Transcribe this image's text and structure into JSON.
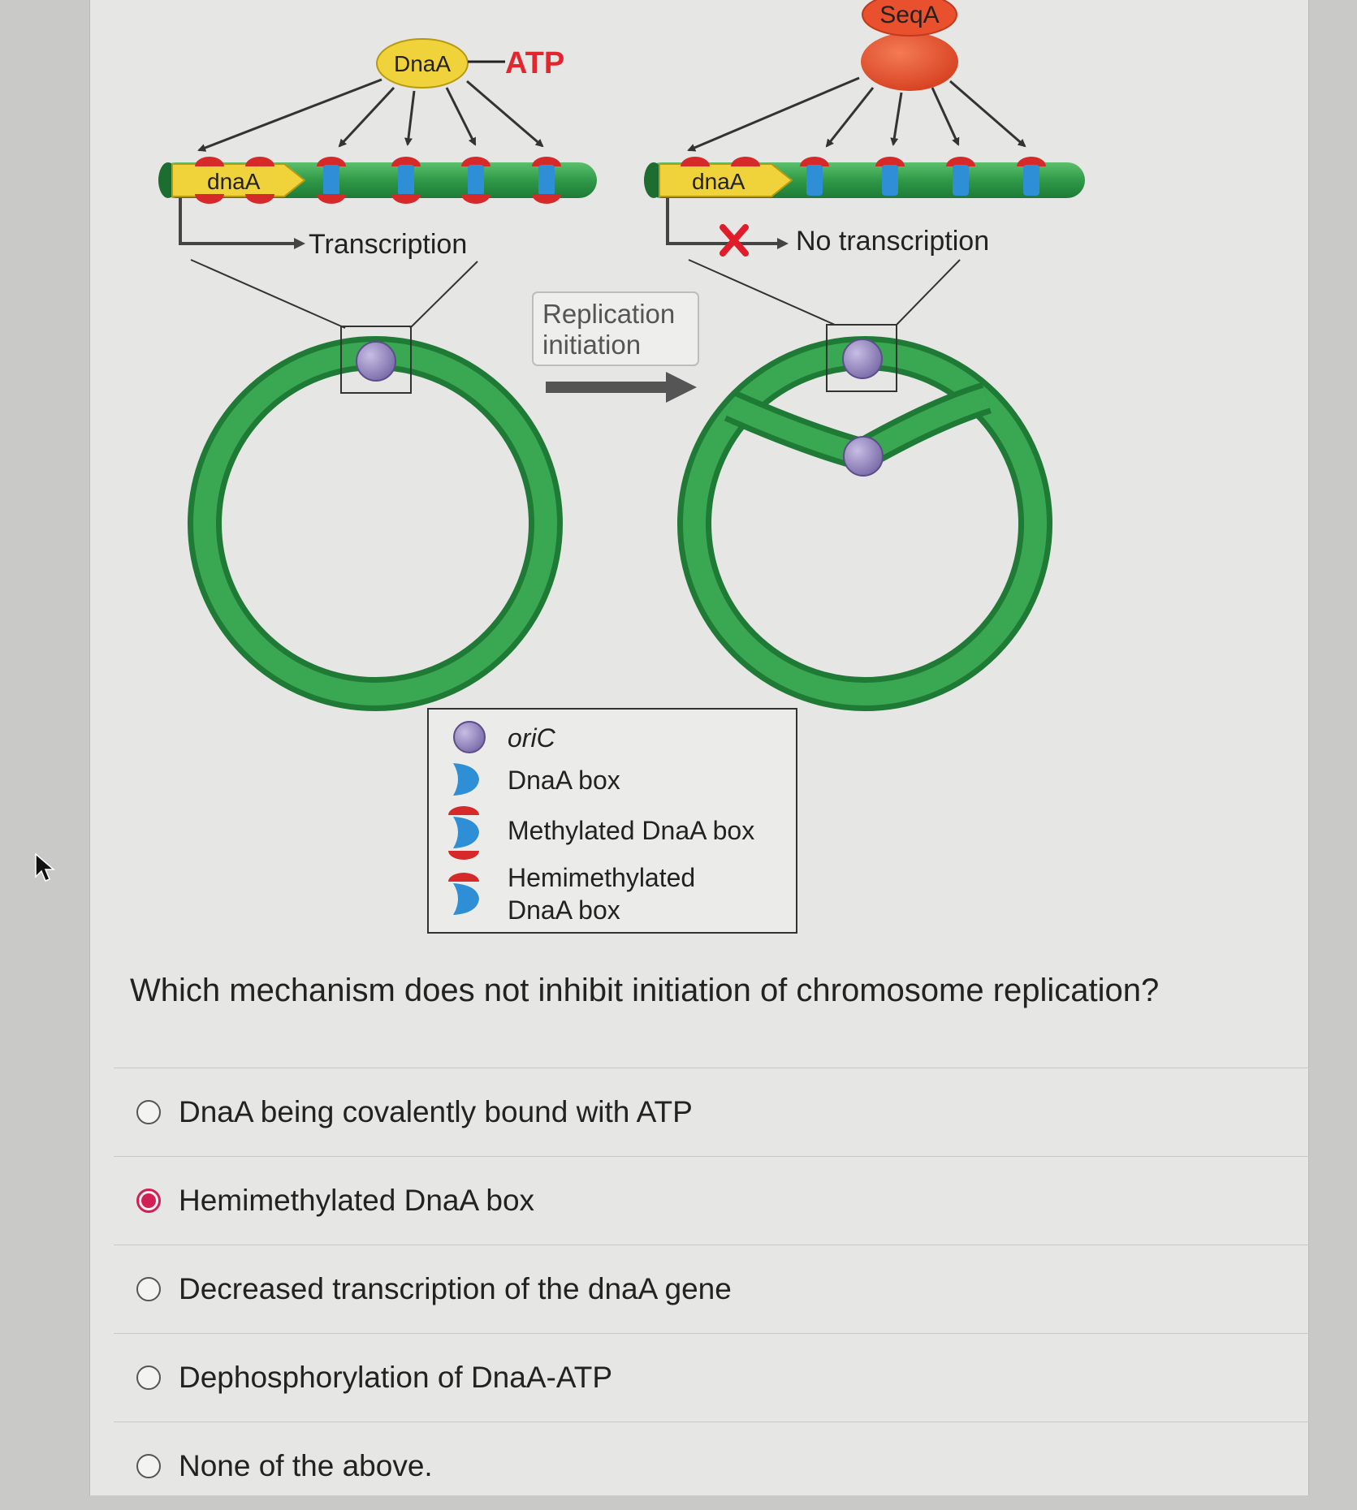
{
  "diagram": {
    "dnaa_protein": "DnaA",
    "atp": "ATP",
    "seqa": "SeqA",
    "gene_left": "dnaA",
    "gene_right": "dnaA",
    "transcription": "Transcription",
    "no_transcription": "No transcription",
    "replication_line1": "Replication",
    "replication_line2": "initiation",
    "legend": {
      "oric": "oriC",
      "dnaa_box": "DnaA box",
      "methylated": "Methylated DnaA box",
      "hemi_line1": "Hemimethylated",
      "hemi_line2": "DnaA box"
    },
    "colors": {
      "dna_green": "#2f9a48",
      "dnaa_yellow": "#f0d23a",
      "seqa_red": "#e8502e",
      "box_blue": "#2f8fd6",
      "methyl_red": "#d62a2a",
      "oric_purple": "#8e80b8",
      "inhibit_red": "#e01c2a"
    }
  },
  "question": "Which mechanism does not inhibit initiation of chromosome replication?",
  "options": [
    {
      "label": "DnaA being covalently bound with ATP",
      "selected": false
    },
    {
      "label": "Hemimethylated DnaA box",
      "selected": true
    },
    {
      "label": "Decreased transcription of the dnaA gene",
      "selected": false
    },
    {
      "label": "Dephosphorylation of DnaA-ATP",
      "selected": false
    },
    {
      "label": "None of the above.",
      "selected": false
    }
  ],
  "accent_color": "#d21f55"
}
